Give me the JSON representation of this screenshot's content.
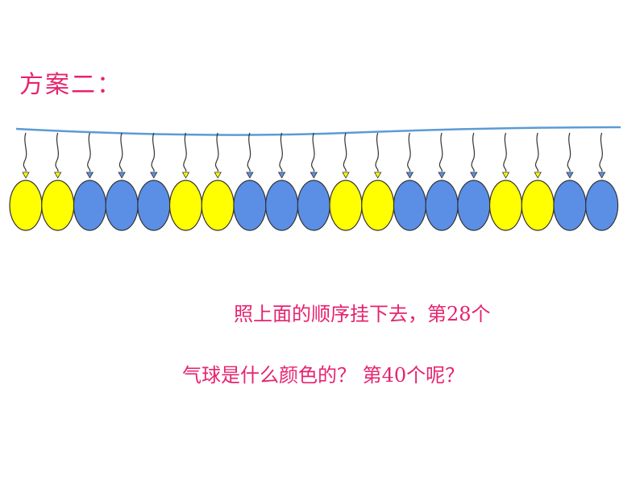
{
  "title": "方案二：",
  "question": {
    "line1": "照上面的顺序挂下去，第28个",
    "line2": "气球是什么颜色的？  第40个呢？"
  },
  "colors": {
    "yellow": "#ffff00",
    "blue": "#5b8fe6",
    "string": "#5b9bd5",
    "outline": "#333333",
    "text": "#e6236e"
  },
  "balloons": [
    "yellow",
    "yellow",
    "blue",
    "blue",
    "blue",
    "yellow",
    "yellow",
    "blue",
    "blue",
    "blue",
    "yellow",
    "yellow",
    "blue",
    "blue",
    "blue",
    "yellow",
    "yellow",
    "blue",
    "blue"
  ]
}
